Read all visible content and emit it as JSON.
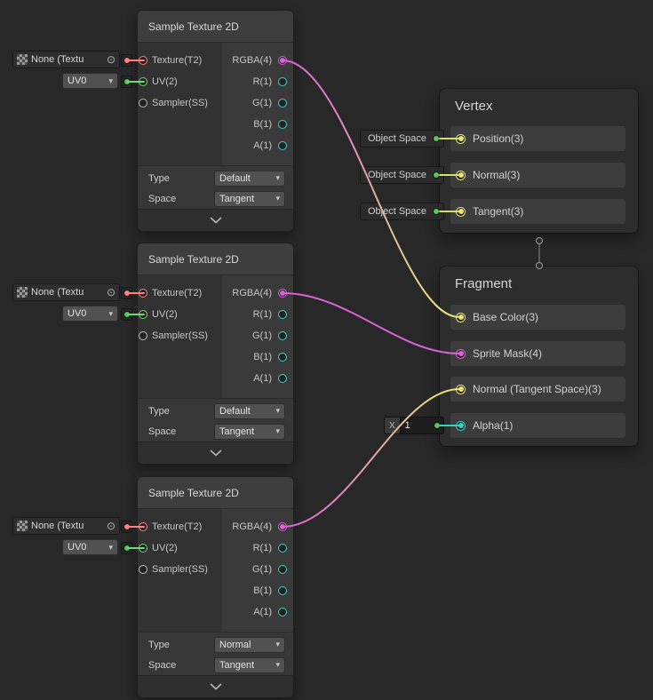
{
  "colors": {
    "background": "#282828",
    "port_texture": "#FF8080",
    "port_vector1": "#35D4C7",
    "port_vector2": "#71D971",
    "port_vector3": "#E8E876",
    "port_vector4": "#DC63D8",
    "connector_green": "#57C757"
  },
  "icons": {
    "dropdown_arrow": "▾",
    "object_picker": "⊙",
    "collapse_chevron": "chevron-down",
    "texture_thumbnail": "checkerboard"
  },
  "texture_nodes": [
    {
      "title": "Sample Texture 2D",
      "texture_field": "None (Textu",
      "uv_value": "UV0",
      "inputs": [
        "Texture(T2)",
        "UV(2)",
        "Sampler(SS)"
      ],
      "outputs": [
        "RGBA(4)",
        "R(1)",
        "G(1)",
        "B(1)",
        "A(1)"
      ],
      "type_label": "Type",
      "type_value": "Default",
      "space_label": "Space",
      "space_value": "Tangent"
    },
    {
      "title": "Sample Texture 2D",
      "texture_field": "None (Textu",
      "uv_value": "UV0",
      "inputs": [
        "Texture(T2)",
        "UV(2)",
        "Sampler(SS)"
      ],
      "outputs": [
        "RGBA(4)",
        "R(1)",
        "G(1)",
        "B(1)",
        "A(1)"
      ],
      "type_label": "Type",
      "type_value": "Default",
      "space_label": "Space",
      "space_value": "Tangent"
    },
    {
      "title": "Sample Texture 2D",
      "texture_field": "None (Textu",
      "uv_value": "UV0",
      "inputs": [
        "Texture(T2)",
        "UV(2)",
        "Sampler(SS)"
      ],
      "outputs": [
        "RGBA(4)",
        "R(1)",
        "G(1)",
        "B(1)",
        "A(1)"
      ],
      "type_label": "Type",
      "type_value": "Normal",
      "space_label": "Space",
      "space_value": "Tangent"
    }
  ],
  "vertex_node": {
    "title": "Vertex",
    "rows": [
      {
        "label": "Position(3)",
        "binding": "Object Space"
      },
      {
        "label": "Normal(3)",
        "binding": "Object Space"
      },
      {
        "label": "Tangent(3)",
        "binding": "Object Space"
      }
    ]
  },
  "fragment_node": {
    "title": "Fragment",
    "rows": [
      {
        "label": "Base Color(3)"
      },
      {
        "label": "Sprite Mask(4)"
      },
      {
        "label": "Normal (Tangent Space)(3)"
      },
      {
        "label": "Alpha(1)"
      }
    ],
    "alpha_input": {
      "axis": "X",
      "value": "1"
    }
  }
}
